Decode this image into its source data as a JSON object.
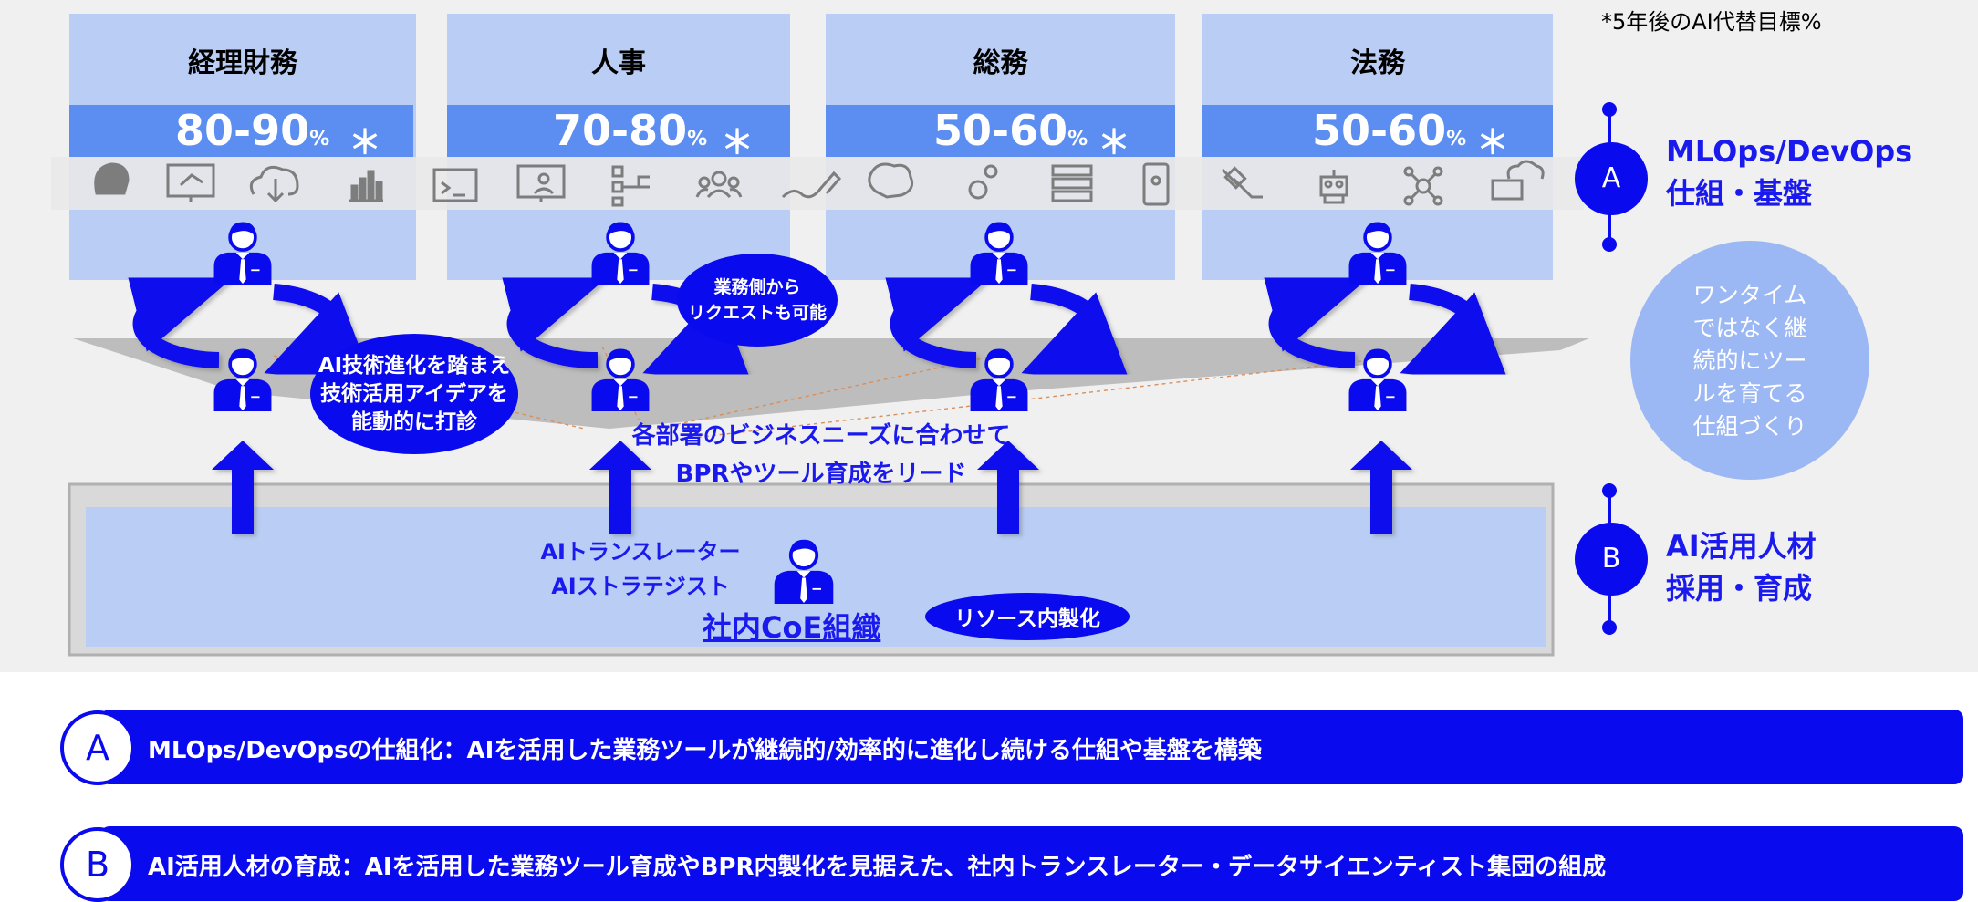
{
  "departments": [
    {
      "name": "経理財務",
      "pct": "80-90",
      "unit": "%",
      "star": "＊"
    },
    {
      "name": "人事",
      "pct": "70-80",
      "unit": "%",
      "star": "＊"
    },
    {
      "name": "総務",
      "pct": "50-60",
      "unit": "%",
      "star": "＊"
    },
    {
      "name": "法務",
      "pct": "50-60",
      "unit": "%",
      "star": "＊"
    }
  ],
  "note": "*5年後のAI代替目標%",
  "bubbles": {
    "ai_ideas": [
      "AI技術進化を踏まえ",
      "技術活用アイデアを",
      "能動的に打診"
    ],
    "request": [
      "業務側から",
      "リクエストも可能"
    ],
    "resource": "リソース内製化"
  },
  "center_text": [
    "各部署のビジネスニーズに合わせて",
    "BPRやツール育成をリード"
  ],
  "coe": {
    "roles": [
      "AIトランスレーター",
      "AIストラテジスト"
    ],
    "title": "社内CoE組織"
  },
  "side": {
    "a": {
      "badge": "A",
      "lines": [
        "MLOps/DevOps",
        "仕組・基盤"
      ]
    },
    "b": {
      "badge": "B",
      "lines": [
        "AI活用人材",
        "採用・育成"
      ]
    },
    "circle": [
      "ワンタイム",
      "ではなく継",
      "続的にツー",
      "ルを育てる",
      "仕組づくり"
    ]
  },
  "bars": [
    {
      "badge": "A",
      "text": "MLOps/DevOpsの仕組化：AIを活用した業務ツールが継続的/効率的に進化し続ける仕組や基盤を構築"
    },
    {
      "badge": "B",
      "text": "AI活用人材の育成：AIを活用した業務ツール育成やBPR内製化を見据えた、社内トランスレーター・データサイエンティスト集団の組成"
    }
  ],
  "colors": {
    "primary": "#0a0aee",
    "light": "#b9cdf5",
    "band": "#5b8ef0",
    "bg": "#f0f0f0"
  },
  "icons": [
    "brain-head-icon",
    "monitor-chart-icon",
    "cloud-download-icon",
    "bar-chart-icon",
    "terminal-icon",
    "profile-screen-icon",
    "flow-icon",
    "team-icon",
    "pen-icon",
    "ai-brain-icon",
    "gears-icon",
    "server-icon",
    "mobile-icon",
    "plug-icon",
    "robot-icon",
    "network-icon",
    "cloud-monitor-icon"
  ]
}
